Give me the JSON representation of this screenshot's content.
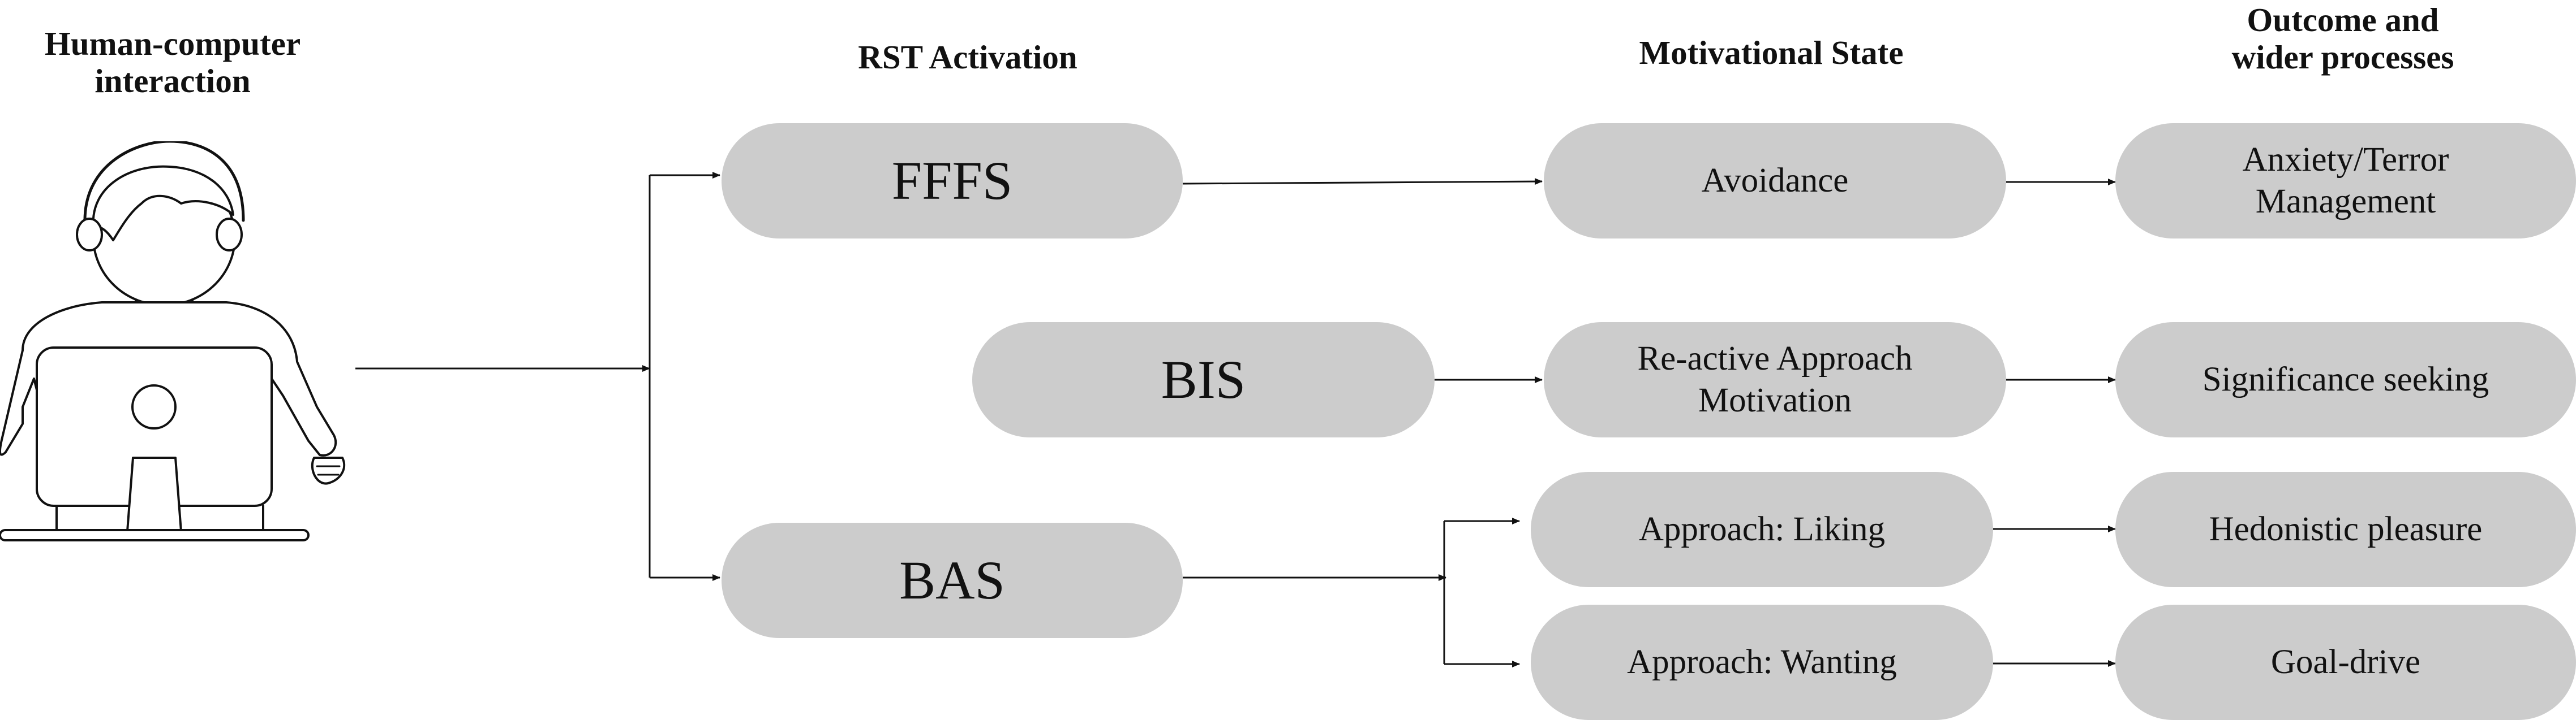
{
  "headers": {
    "hci": "Human-computer\ninteraction",
    "rst": "RST Activation",
    "motivational": "Motivational State",
    "outcome": "Outcome and\nwider processes"
  },
  "rst_nodes": {
    "fffs": "FFFS",
    "bis": "BIS",
    "bas": "BAS"
  },
  "motivation_nodes": {
    "avoidance": "Avoidance",
    "reactive": "Re-active Approach\nMotivation",
    "liking": "Approach: Liking",
    "wanting": "Approach: Wanting"
  },
  "outcome_nodes": {
    "anxiety": "Anxiety/Terror\nManagement",
    "significance": "Significance seeking",
    "hedonistic": "Hedonistic pleasure",
    "goal": "Goal-drive"
  },
  "colors": {
    "node_fill": "#cccccc",
    "line": "#111111",
    "background": "#ffffff"
  },
  "icons": {
    "person": "person-at-computer-icon"
  }
}
